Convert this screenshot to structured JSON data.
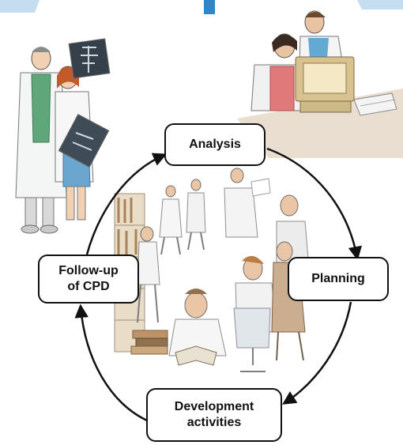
{
  "diagram": {
    "type": "cycle",
    "stages": [
      {
        "id": "analysis",
        "label": "Analysis"
      },
      {
        "id": "planning",
        "label": "Planning"
      },
      {
        "id": "development",
        "label": "Development\nactivities"
      },
      {
        "id": "followup",
        "label": "Follow-up\nof CPD"
      }
    ],
    "direction": "clockwise"
  },
  "colors": {
    "arrow": "#111111",
    "box_border": "#111111",
    "box_fill": "#ffffff",
    "accent_blue": "#2f86c9"
  },
  "illustrations": [
    "doctors-with-xray-icon",
    "clinicians-at-computer-icon",
    "people-reading-and-studying-icon"
  ]
}
